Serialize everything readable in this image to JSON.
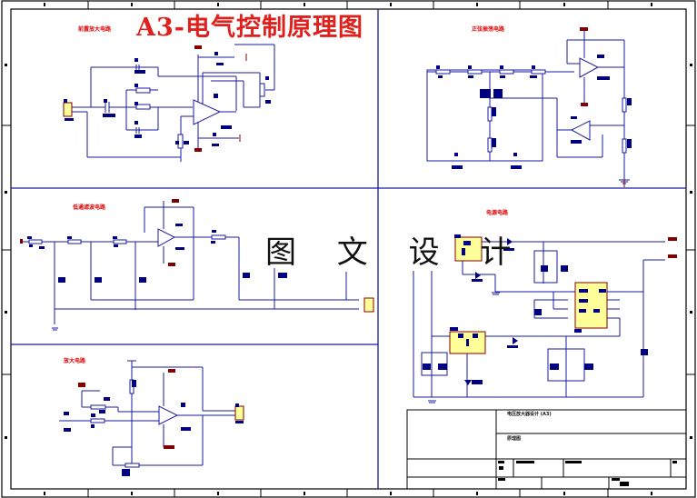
{
  "drawing": {
    "title": "A3-电气控制原理图",
    "watermark": "图 文 设 计",
    "colors": {
      "wire": "#1a1aa0",
      "component_block": "#000080",
      "label_red": "#e00000",
      "power_port": "#800000",
      "ic_fill": "#ffff99",
      "frame": "#000000"
    }
  },
  "sections": [
    {
      "id": "preamp",
      "label": "前置放大电路"
    },
    {
      "id": "oscillator",
      "label": "正弦振荡电路"
    },
    {
      "id": "filter",
      "label": "低通滤波电路"
    },
    {
      "id": "power",
      "label": "电源电路"
    },
    {
      "id": "amplifier",
      "label": "放大电路"
    }
  ],
  "title_block": {
    "project_name": "电压放大器设计 (A3)",
    "drawing_name": "原理图",
    "cells": [
      "",
      "",
      "",
      "",
      "",
      ""
    ]
  }
}
